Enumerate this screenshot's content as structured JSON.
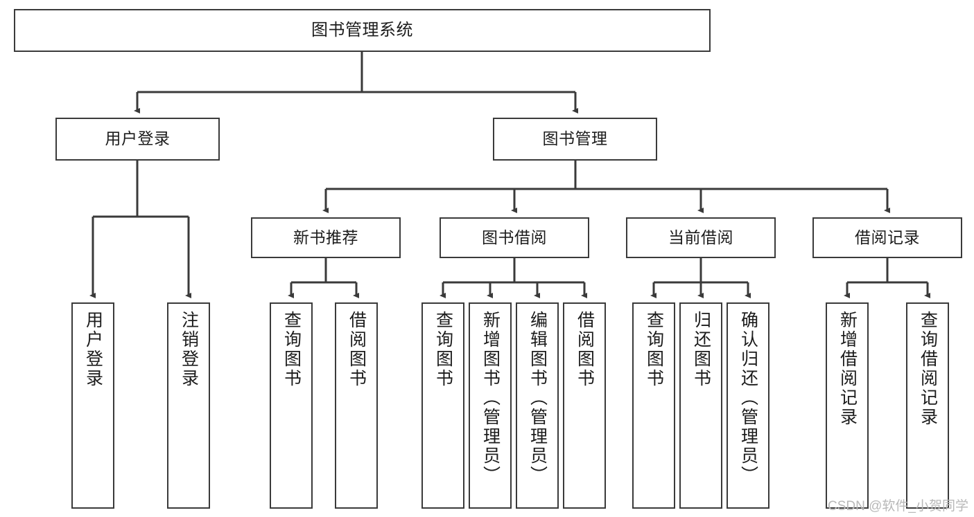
{
  "diagram": {
    "title": "图书管理系统",
    "type": "tree",
    "background": "#ffffff",
    "line_color": "#3a3a3a",
    "text_color": "#1c1c1c",
    "nodes": {
      "root": {
        "label": "图书管理系统"
      },
      "level2": [
        {
          "label": "用户登录"
        },
        {
          "label": "图书管理"
        }
      ],
      "level3": [
        {
          "label": "新书推荐"
        },
        {
          "label": "图书借阅"
        },
        {
          "label": "当前借阅"
        },
        {
          "label": "借阅记录"
        }
      ],
      "leaves": [
        {
          "label": "用户登录"
        },
        {
          "label": "注销登录"
        },
        {
          "label": "查询图书"
        },
        {
          "label": "借阅图书"
        },
        {
          "label": "查询图书"
        },
        {
          "label": "新增图书（管理员）"
        },
        {
          "label": "编辑图书（管理员）"
        },
        {
          "label": "借阅图书"
        },
        {
          "label": "查询图书"
        },
        {
          "label": "归还图书"
        },
        {
          "label": "确认归还（管理员）"
        },
        {
          "label": "新增借阅记录"
        },
        {
          "label": "查询借阅记录"
        }
      ]
    }
  },
  "watermark": {
    "text": "CSDN @软件_小贺同学"
  }
}
